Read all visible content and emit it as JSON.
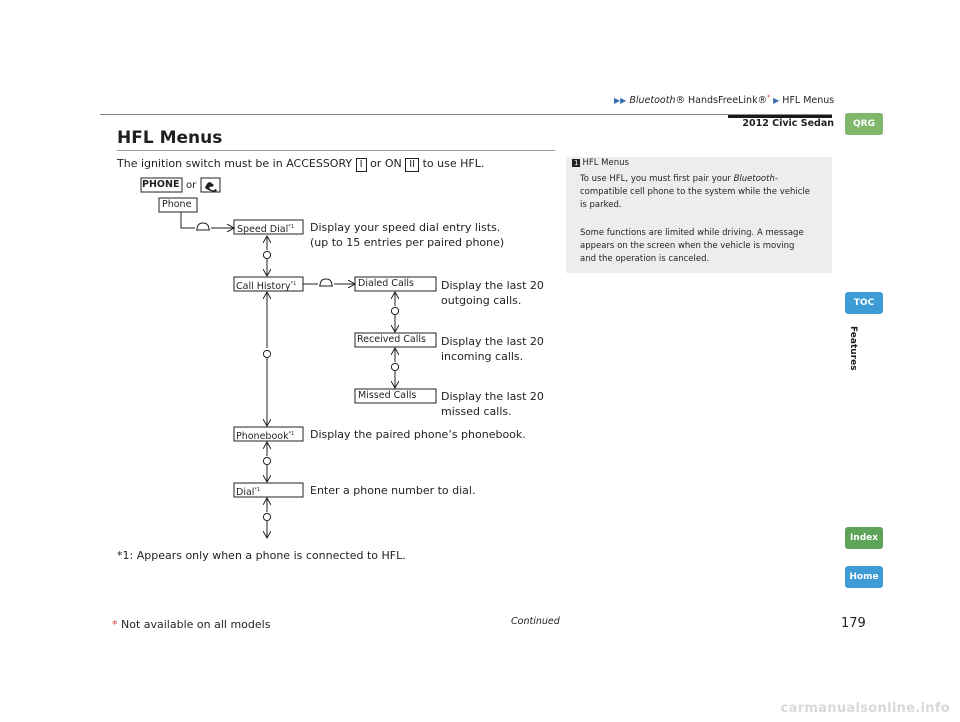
{
  "header": {
    "crumb_1": "Bluetooth",
    "crumb_2": "® HandsFreeLink®",
    "crumb_2_star": "*",
    "crumb_3": "HFL Menus",
    "model": "2012 Civic Sedan"
  },
  "side_nav": {
    "qrg": "QRG",
    "toc": "TOC",
    "section": "Features",
    "index": "Index",
    "home": "Home",
    "colors": {
      "qrg": "#7fb86a",
      "toc": "#3d9bd6",
      "index": "#5ea35a",
      "home": "#3d9bd6"
    }
  },
  "page": {
    "title": "HFL Menus",
    "intro_1": "The ignition switch must be in ACCESSORY ",
    "intro_key_1": "I",
    "intro_2": " or ON ",
    "intro_key_2": "II",
    "intro_3": " to use HFL."
  },
  "diagram": {
    "phone_key": "PHONE",
    "or": "or",
    "phone_icon": "phone-handset-icon",
    "knob_icon": "selector-knob-icon",
    "phone": "Phone",
    "speed_dial": "Speed Dial",
    "speed_dial_desc_1": "Display your speed dial entry lists.",
    "speed_dial_desc_2": "(up to 15 entries per paired phone)",
    "call_history": "Call History",
    "dialed_calls": "Dialed Calls",
    "dialed_desc_1": "Display the last 20",
    "dialed_desc_2": "outgoing calls.",
    "received_calls": "Received Calls",
    "received_desc_1": "Display the last 20",
    "received_desc_2": "incoming calls.",
    "missed_calls": "Missed Calls",
    "missed_desc_1": "Display the last 20",
    "missed_desc_2": "missed calls.",
    "phonebook": "Phonebook",
    "phonebook_desc": "Display the paired phone’s phonebook.",
    "dial": "Dial",
    "dial_desc": "Enter a phone number to dial.",
    "footnote_mark": "*1"
  },
  "footnote": "*1: Appears only when a phone is connected to HFL.",
  "note": {
    "heading_num": "1",
    "heading": "HFL Menus",
    "p1_a": "To use HFL, you must first pair your ",
    "p1_italic": "Bluetooth",
    "p1_b": "-",
    "p1_line2": "compatible cell phone to the system while the vehicle",
    "p1_line3": "is parked.",
    "p2_line1": "Some functions are limited while driving. A message",
    "p2_line2": "appears on the screen when the vehicle is moving",
    "p2_line3": "and the operation is canceled."
  },
  "footer": {
    "star": "*",
    "not_available": " Not available on all models",
    "continued": "Continued",
    "page_number": "179",
    "watermark": "carmanualsonline.info"
  }
}
